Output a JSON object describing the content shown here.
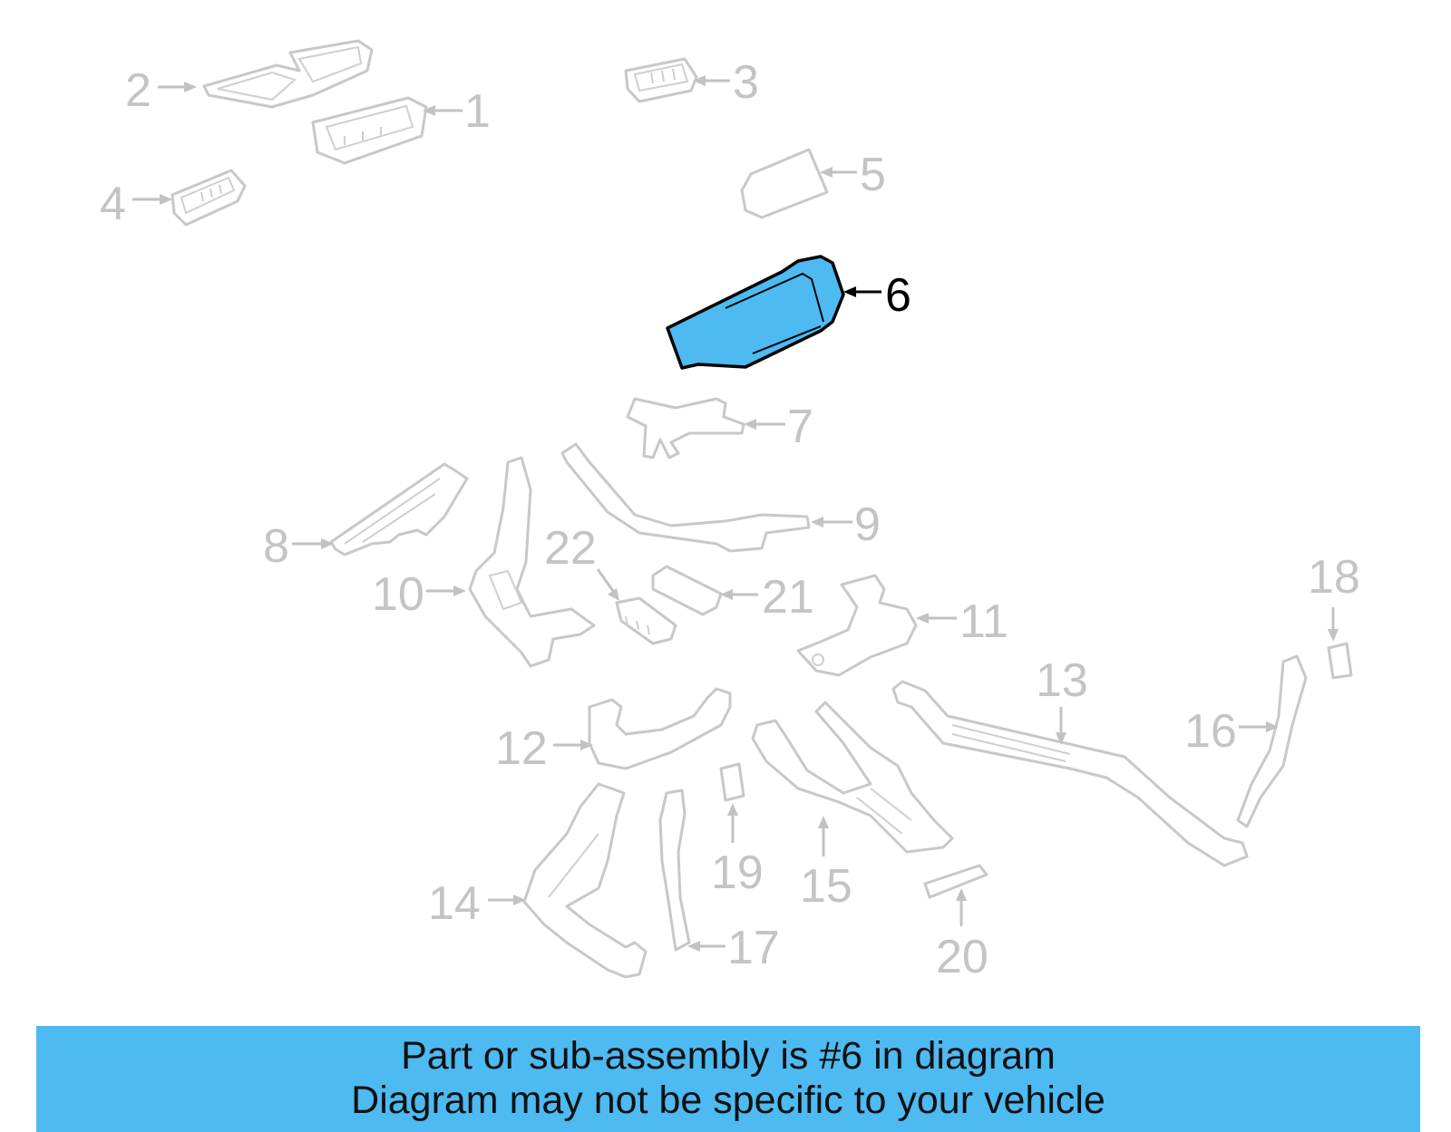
{
  "diagram": {
    "highlight_color": "#4dbaf2",
    "part_outline_color": "#c8c8c8",
    "highlighted_part": "6",
    "callouts": [
      "1",
      "2",
      "3",
      "4",
      "5",
      "6",
      "7",
      "8",
      "9",
      "10",
      "11",
      "12",
      "13",
      "14",
      "15",
      "16",
      "17",
      "18",
      "19",
      "20",
      "21",
      "22"
    ]
  },
  "banner": {
    "line1": "Part or sub-assembly is #6 in diagram",
    "line2": "Diagram may not be specific to your vehicle",
    "background": "#4dbaf2"
  }
}
